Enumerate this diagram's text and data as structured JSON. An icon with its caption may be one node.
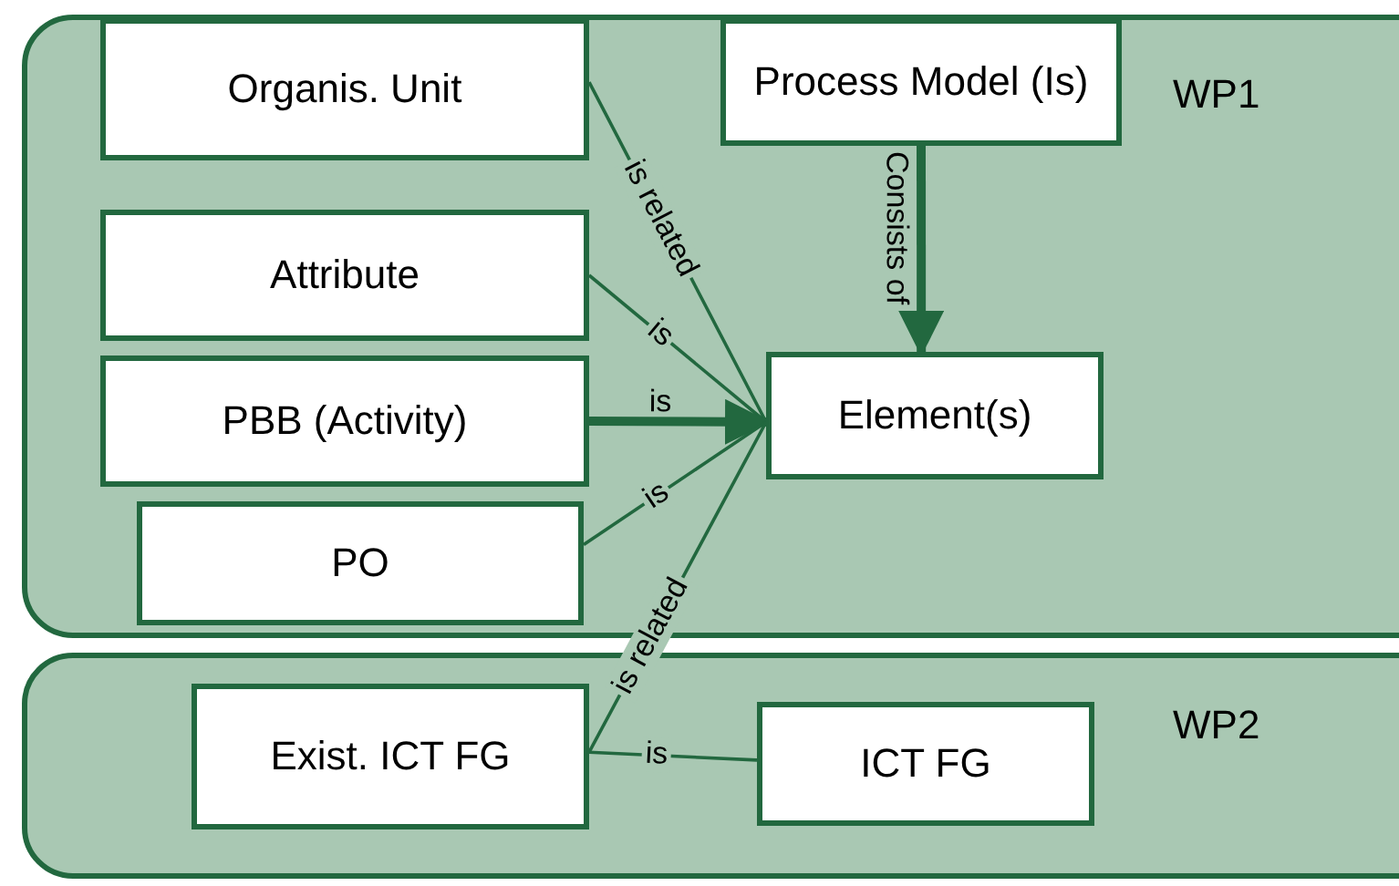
{
  "diagram": {
    "nodes": [
      {
        "text": [
          "WP1"
        ]
      },
      {
        "text": [
          "Organis. Unit"
        ],
        "in": 0
      },
      {
        "text": [
          "Process Model (Is)"
        ],
        "in": 0
      },
      {
        "text": [
          "Attribute"
        ],
        "in": 0
      },
      {
        "text": [
          "PBB (Activity)"
        ],
        "in": 0
      },
      {
        "text": [
          "Element(s)"
        ],
        "in": 0
      },
      {
        "text": [
          "PO"
        ],
        "in": 0
      },
      {
        "text": [
          "WP2"
        ]
      },
      {
        "text": [
          "Exist. ICT FG"
        ],
        "in": 7
      },
      {
        "text": [
          "ICT FG"
        ],
        "in": 7
      }
    ],
    "edges": [
      {
        "from": 1,
        "to": 5,
        "arrow": "none",
        "label": "is related"
      },
      {
        "from": 3,
        "to": 5,
        "arrow": "none",
        "label": "is"
      },
      {
        "from": 4,
        "to": 5,
        "arrow": "to",
        "label": "is",
        "style": "thick"
      },
      {
        "from": 6,
        "to": 5,
        "arrow": "none",
        "label": "is"
      },
      {
        "from": 8,
        "to": 5,
        "arrow": "none",
        "label": "is related"
      },
      {
        "from": 2,
        "to": 5,
        "arrow": "to",
        "label": "Consists of",
        "style": "thick"
      },
      {
        "from": 8,
        "to": 9,
        "arrow": "none",
        "label": "is"
      }
    ]
  }
}
